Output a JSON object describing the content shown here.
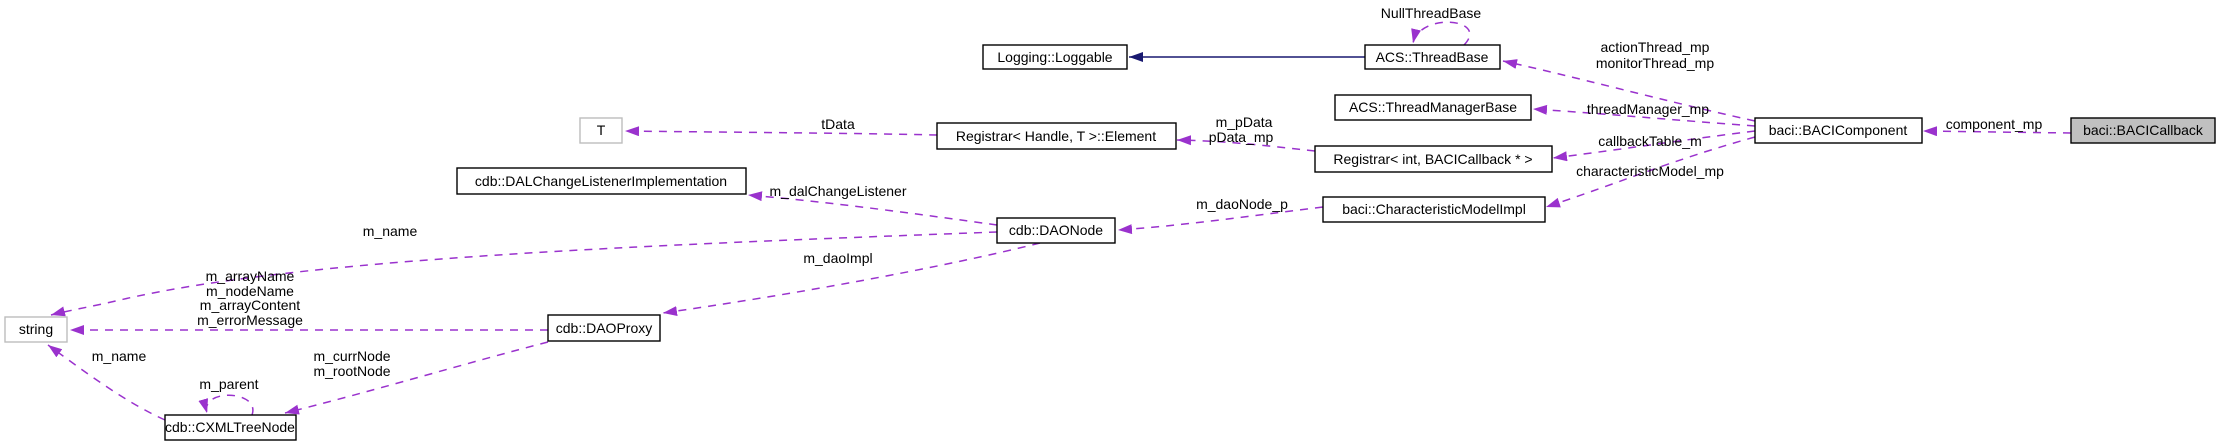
{
  "diagram": {
    "kind": "collaboration-graph",
    "focus_node": "baci::BACICallback",
    "colors": {
      "usage_edge": "#9a32cd",
      "inheritance_edge": "#191970",
      "node_fill": "#ffffff",
      "node_border": "#000000",
      "external_node_border": "#bdbdbd",
      "focus_node_fill": "#c0c0c0",
      "background": "#ffffff"
    }
  },
  "nodes": {
    "loggable": {
      "label": "Logging::Loggable"
    },
    "thread_base": {
      "label": "ACS::ThreadBase"
    },
    "thread_manager_base": {
      "label": "ACS::ThreadManagerBase"
    },
    "registrar_int": {
      "label": "Registrar< int, BACICallback * >"
    },
    "characteristic_model": {
      "label": "baci::CharacteristicModelImpl"
    },
    "baci_component": {
      "label": "baci::BACIComponent"
    },
    "baci_callback": {
      "label": "baci::BACICallback"
    },
    "t": {
      "label": "T"
    },
    "registrar_element": {
      "label": "Registrar< Handle, T >::Element"
    },
    "dal_change_listener": {
      "label": "cdb::DALChangeListenerImplementation"
    },
    "dao_node": {
      "label": "cdb::DAONode"
    },
    "string": {
      "label": "string"
    },
    "dao_proxy": {
      "label": "cdb::DAOProxy"
    },
    "xml_tree_node": {
      "label": "cdb::CXMLTreeNode"
    }
  },
  "edge_labels": {
    "null_thread_base": "NullThreadBase",
    "action_monitor": [
      "actionThread_mp",
      "monitorThread_mp"
    ],
    "thread_manager": "threadManager_mp",
    "callback_table": "callbackTable_m",
    "characteristic_model": "characteristicModel_mp",
    "component": "component_mp",
    "m_pdata": [
      "m_pData",
      "pData_mp"
    ],
    "tdata": "tData",
    "dal_change": "m_dalChangeListener",
    "dao_node_p": "m_daoNode_p",
    "name_upper": "m_name",
    "proxy_strings": [
      "m_arrayName",
      "m_nodeName",
      "m_arrayContent",
      "m_errorMessage"
    ],
    "dao_impl": "m_daoImpl",
    "curr_root": [
      "m_currNode",
      "m_rootNode"
    ],
    "name_lower": "m_name",
    "parent": "m_parent"
  }
}
